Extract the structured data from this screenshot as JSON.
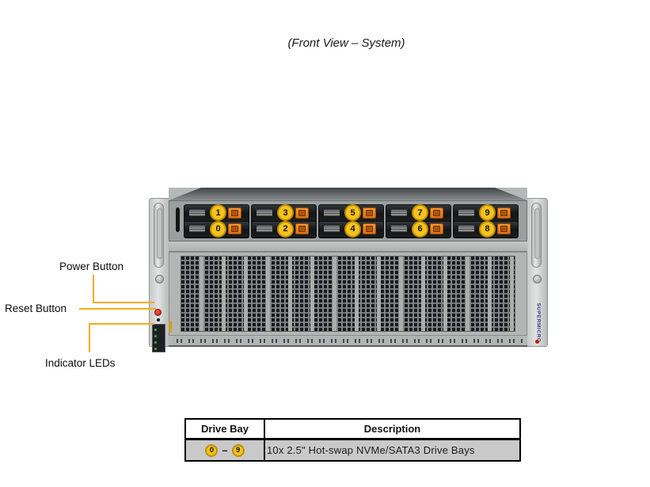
{
  "title": "(Front View – System)",
  "callouts": {
    "power_button": "Power Button",
    "reset_button": "Reset Button",
    "indicator_leds": "Indicator LEDs"
  },
  "server": {
    "brand": "SUPERMICRO",
    "bays": [
      "0",
      "1",
      "2",
      "3",
      "4",
      "5",
      "6",
      "7",
      "8",
      "9"
    ]
  },
  "table": {
    "headers": [
      "Drive Bay",
      "Description"
    ],
    "row": {
      "bay_start": "0",
      "bay_separator": "–",
      "bay_end": "9",
      "description": "10x 2.5\" Hot-swap NVMe/SATA3 Drive Bays"
    }
  },
  "colors": {
    "callout_line": "#F7AC1B",
    "bay_badge": "#F6C21C",
    "drive_latch": "#F08226",
    "power_button": "#D42B1E",
    "status_led_green": "#39B54A",
    "table_row_bg": "#C9C9C9",
    "brand_text": "#3C3C80"
  }
}
